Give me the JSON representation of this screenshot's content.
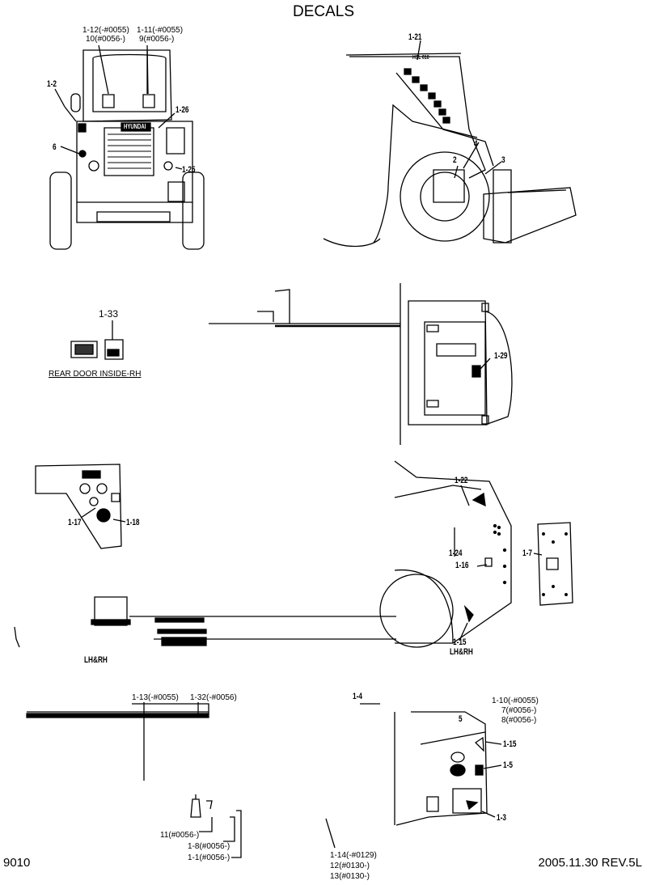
{
  "title": "DECALS",
  "page_number": "9010",
  "revision": "2005.11.30 REV.5L",
  "logo_text": "HYUNDAI",
  "model_text": "HSL 610",
  "views": {
    "front": {
      "labels": [
        "1-12(-#0055)",
        "10(#0056-)",
        "1-11(-#0055)",
        "9(#0056-)"
      ],
      "callouts": [
        "1-2",
        "1-26",
        "6",
        "1-25"
      ]
    },
    "side_top": {
      "callouts": [
        "1-21",
        "4",
        "2",
        "3"
      ]
    },
    "rear_door": {
      "callouts": [
        "1-33"
      ],
      "caption": "REAR DOOR INSIDE-RH",
      "rear_callout": "1-29"
    },
    "dash": {
      "callouts": [
        "1-17",
        "1-18"
      ]
    },
    "left_side": {
      "callouts": [
        "1-22",
        "1-24",
        "1-16",
        "1-15",
        "1-7"
      ],
      "note": "LH&RH",
      "note2": "LH&RH"
    },
    "bottom_left": {
      "labels": [
        "1-13(-#0055)",
        "1-32(-#0056)",
        "11(#0056-)",
        "1-8(#0056-)",
        "1-1(#0056-)"
      ]
    },
    "bottom_right": {
      "callouts": [
        "1-4",
        "5",
        "1-15",
        "1-5",
        "1-3"
      ],
      "labels": [
        "1-10(-#0055)",
        "7(#0056-)",
        "8(#0056-)"
      ],
      "bottom_labels": [
        "1-14(-#0129)",
        "12(#0130-)",
        "13(#0130-)"
      ]
    }
  }
}
